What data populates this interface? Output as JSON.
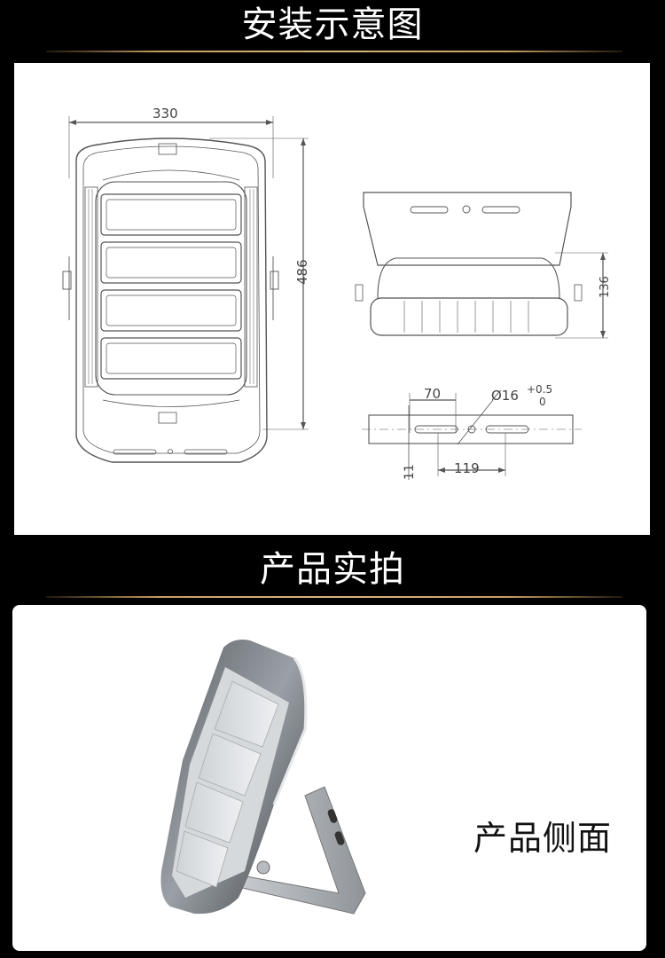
{
  "sections": {
    "install": {
      "title": "安装示意图"
    },
    "photos": {
      "title": "产品实拍"
    }
  },
  "drawing": {
    "front": {
      "width_dim": "330",
      "height_dim": "486"
    },
    "side": {
      "height_dim": "136"
    },
    "bracket": {
      "dim_70": "70",
      "dim_hole": "Ø16",
      "tol_upper": "+0.5",
      "tol_lower": "0",
      "dim_119": "119",
      "dim_11": "11"
    }
  },
  "photo": {
    "caption": "产品侧面"
  },
  "colors": {
    "background": "#000000",
    "gold": "#c9a063",
    "panel": "#ffffff"
  }
}
